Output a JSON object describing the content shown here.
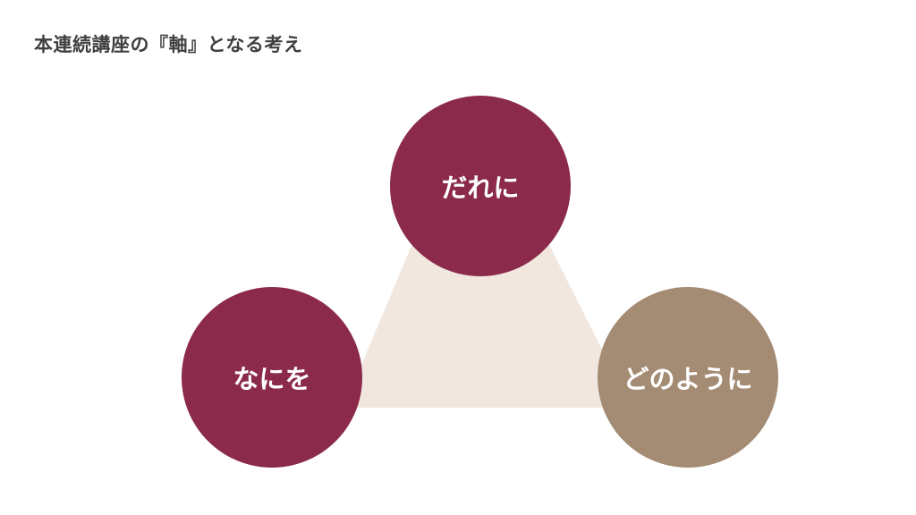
{
  "page": {
    "title": "本連続講座の『軸』となる考え"
  },
  "diagram": {
    "triangle_color": "#f1e7df",
    "nodes": [
      {
        "label": "だれに",
        "color": "#8b2a4a"
      },
      {
        "label": "なにを",
        "color": "#8b2a4a"
      },
      {
        "label": "どのように",
        "color": "#a48b73"
      }
    ]
  }
}
